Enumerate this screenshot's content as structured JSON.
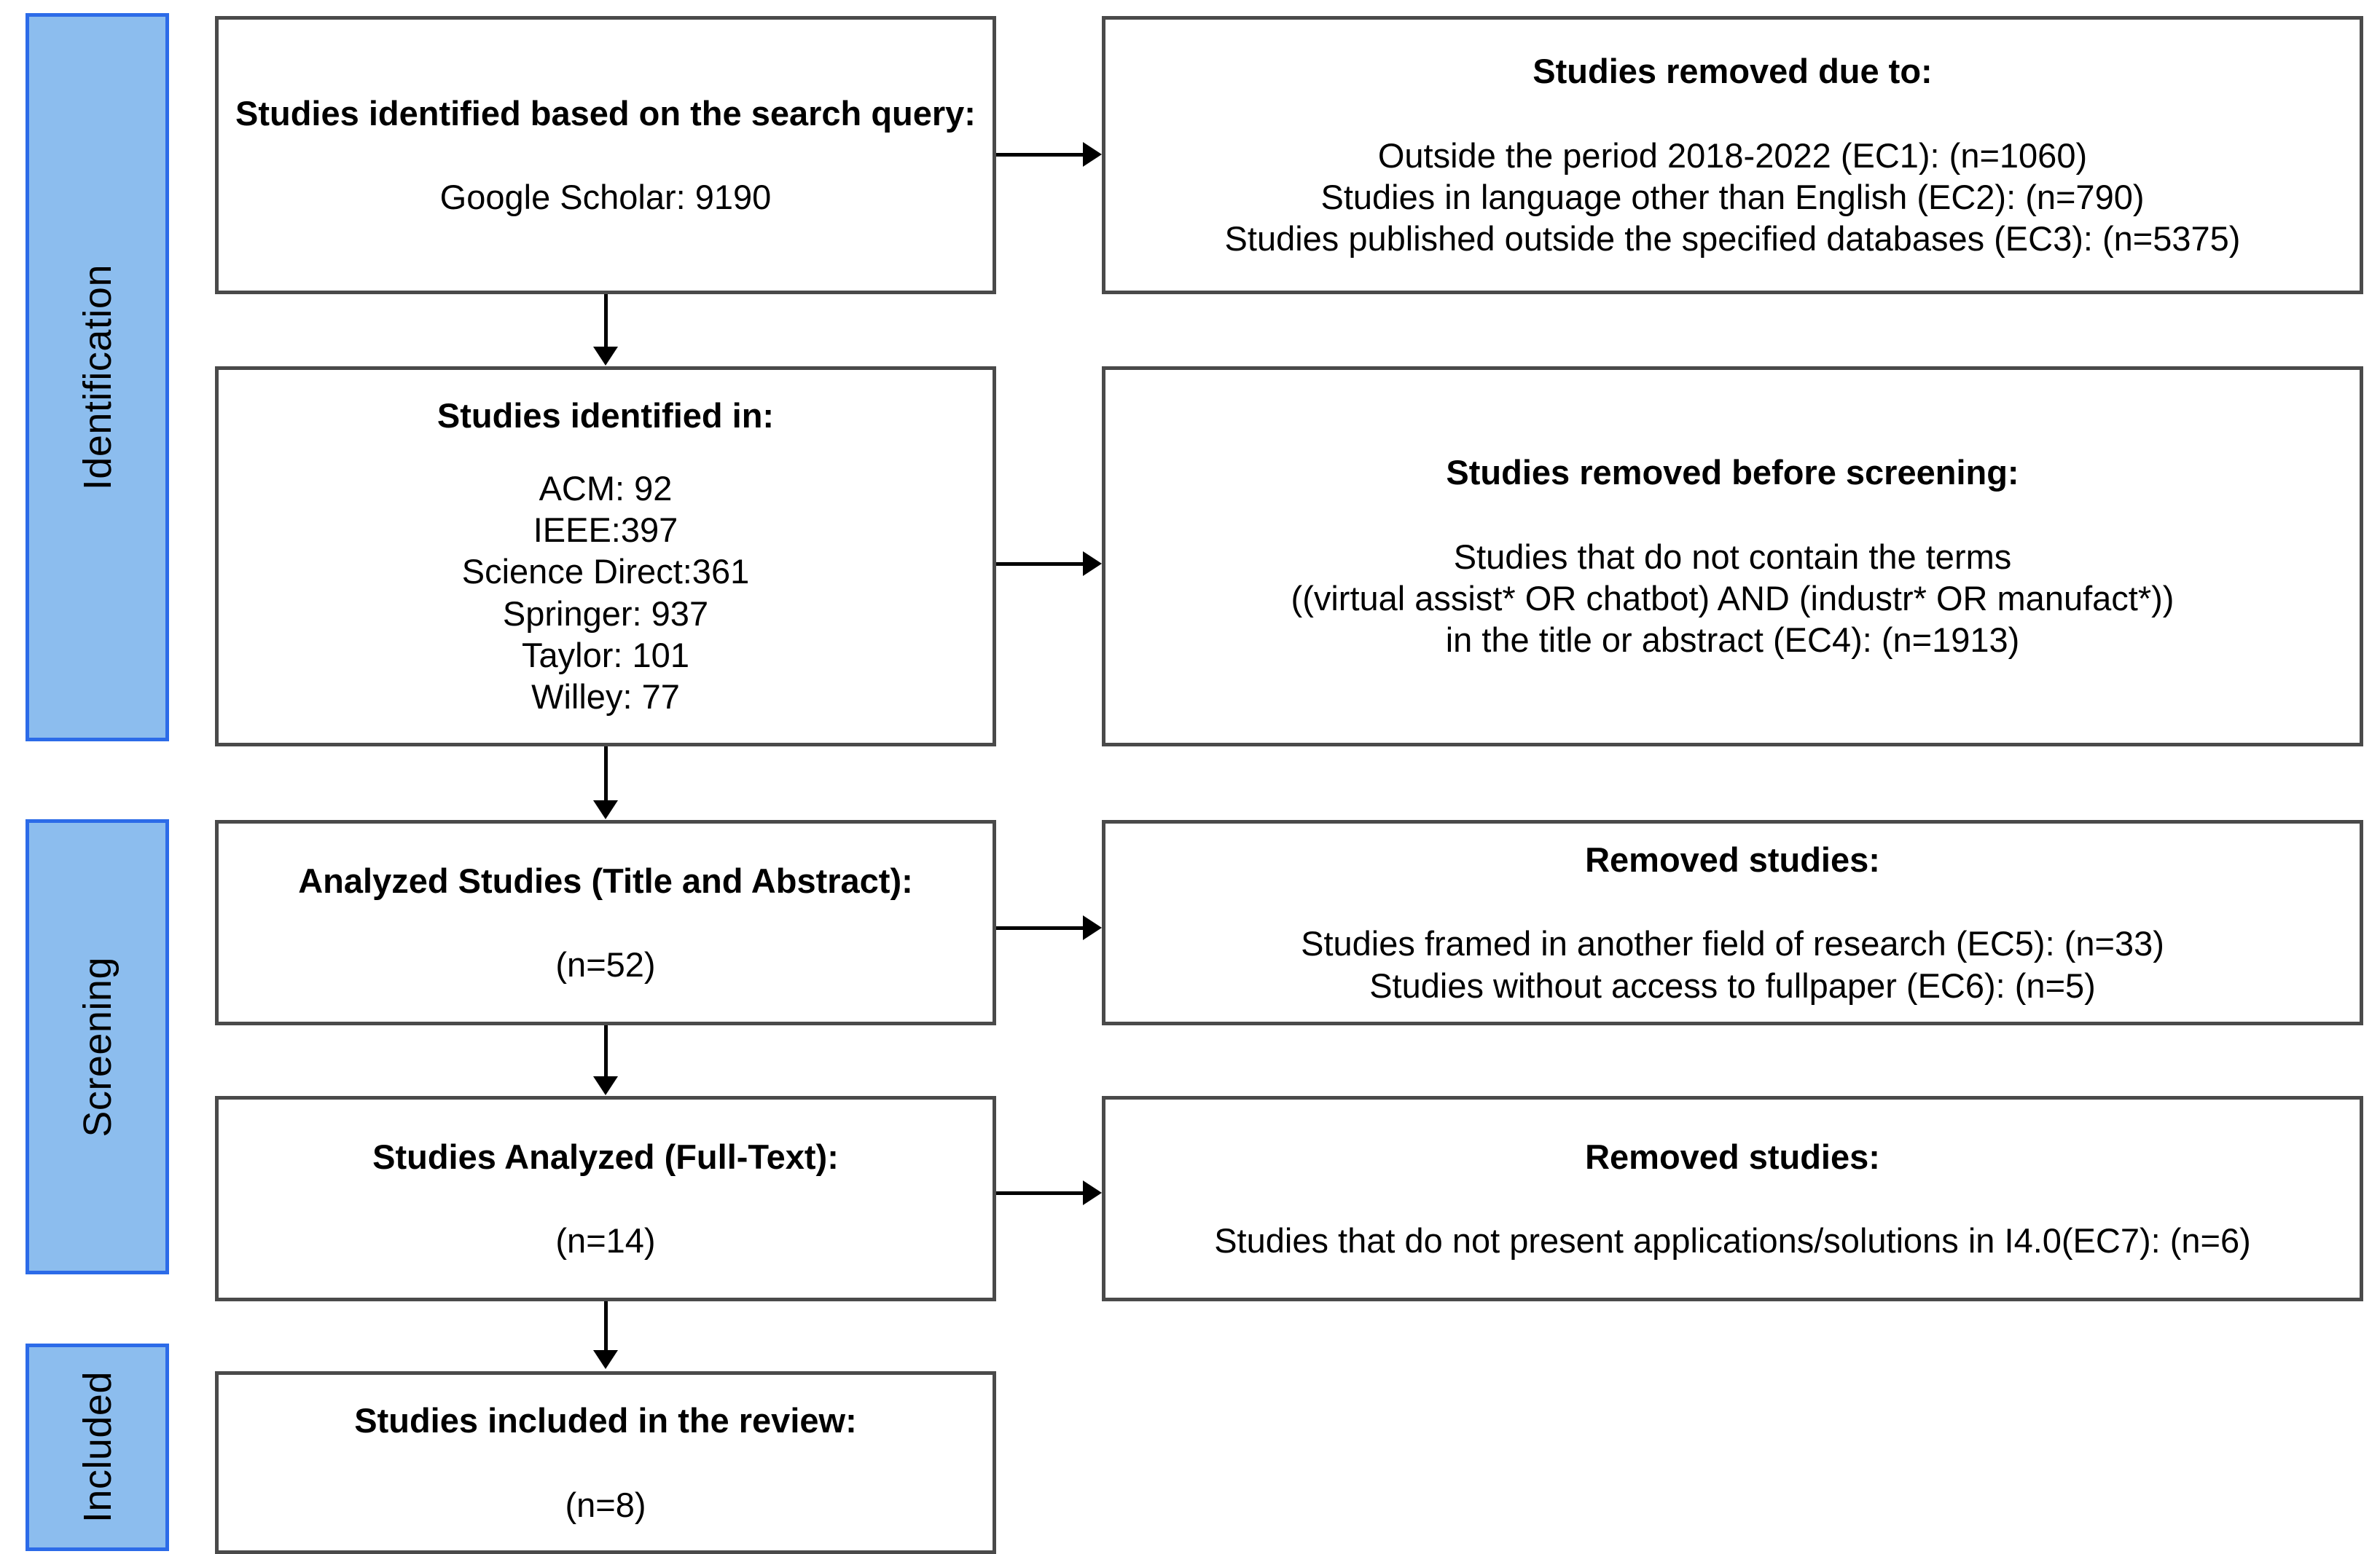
{
  "diagram": {
    "type": "PRISMA flow diagram",
    "phases": [
      {
        "id": "identification",
        "label": "Identification"
      },
      {
        "id": "screening",
        "label": "Screening"
      },
      {
        "id": "included",
        "label": "Included"
      }
    ],
    "left_boxes": [
      {
        "id": "search-query",
        "title": "Studies identified based on the search query:",
        "lines": [
          "Google Scholar: 9190"
        ]
      },
      {
        "id": "studies-identified-in",
        "title": "Studies identified in:",
        "lines": [
          "ACM: 92",
          "IEEE:397",
          "Science Direct:361",
          "Springer: 937",
          "Taylor: 101",
          "Willey: 77"
        ]
      },
      {
        "id": "analyzed-title-abstract",
        "title": "Analyzed Studies (Title and Abstract):",
        "lines": [
          "(n=52)"
        ]
      },
      {
        "id": "analyzed-full-text",
        "title": "Studies Analyzed (Full-Text):",
        "lines": [
          "(n=14)"
        ]
      },
      {
        "id": "included-in-review",
        "title": "Studies included in the review:",
        "lines": [
          "(n=8)"
        ]
      }
    ],
    "right_boxes": [
      {
        "id": "removed-due-to",
        "title": "Studies removed due to:",
        "lines": [
          "Outside the period 2018-2022 (EC1): (n=1060)",
          "Studies in language other than English (EC2): (n=790)",
          "Studies published outside the specified databases (EC3): (n=5375)"
        ]
      },
      {
        "id": "removed-before-screening",
        "title": "Studies removed before screening:",
        "lines": [
          "Studies that do not contain the terms",
          "((virtual assist* OR chatbot) AND (industr* OR manufact*))",
          "in the title or abstract (EC4): (n=1913)"
        ]
      },
      {
        "id": "removed-studies-screening",
        "title": "Removed studies:",
        "lines": [
          "Studies framed in another field of research (EC5): (n=33)",
          "Studies without access to fullpaper (EC6): (n=5)"
        ]
      },
      {
        "id": "removed-studies-fulltext",
        "title": "Removed studies:",
        "lines": [
          "Studies that do not present applications/solutions in I4.0(EC7): (n=6)"
        ]
      }
    ],
    "colors": {
      "phase_fill": "#8CBDEE",
      "phase_border": "#2C6BE8",
      "box_border": "#4A4A4A",
      "box_fill": "#FFFFFF",
      "connector": "#000000",
      "text": "#000000"
    }
  }
}
